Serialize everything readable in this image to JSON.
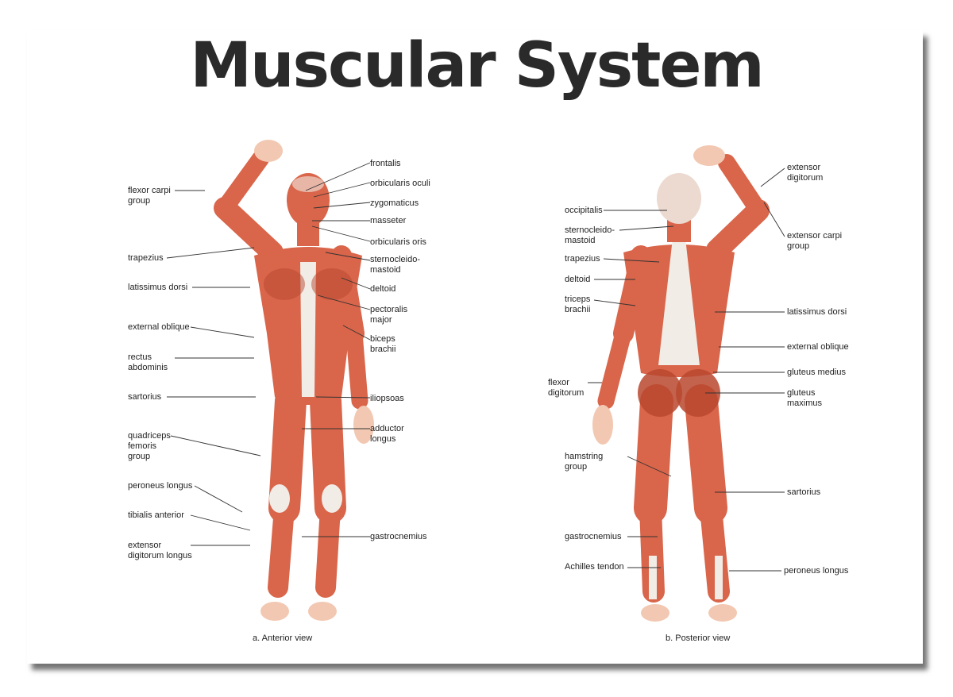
{
  "title": "Muscular System",
  "colors": {
    "muscle": "#d9654a",
    "muscle_dark": "#b8482f",
    "tendon": "#f1ece6",
    "skin": "#f2c8b2"
  },
  "anterior": {
    "caption": "a. Anterior view",
    "labels": [
      "frontalis",
      "orbicularis oculi",
      "zygomaticus",
      "masseter",
      "orbicularis oris",
      "sternocleido-\nmastoid",
      "deltoid",
      "pectoralis\nmajor",
      "biceps\nbrachii",
      "iliopsoas",
      "adductor\nlongus",
      "gastrocnemius",
      "flexor carpi\ngroup",
      "trapezius",
      "latissimus dorsi",
      "external oblique",
      "rectus\nabdominis",
      "sartorius",
      "quadriceps\nfemoris\ngroup",
      "peroneus longus",
      "tibialis anterior",
      "extensor\ndigitorum longus"
    ]
  },
  "posterior": {
    "caption": "b. Posterior view",
    "labels": [
      "occipitalis",
      "sternocleido-\nmastoid",
      "trapezius",
      "deltoid",
      "triceps\nbrachii",
      "flexor\ndigitorum",
      "hamstring\ngroup",
      "gastrocnemius",
      "Achilles tendon",
      "extensor\ndigitorum",
      "extensor carpi\ngroup",
      "latissimus dorsi",
      "external oblique",
      "gluteus medius",
      "gluteus\nmaximus",
      "sartorius",
      "peroneus longus"
    ]
  }
}
